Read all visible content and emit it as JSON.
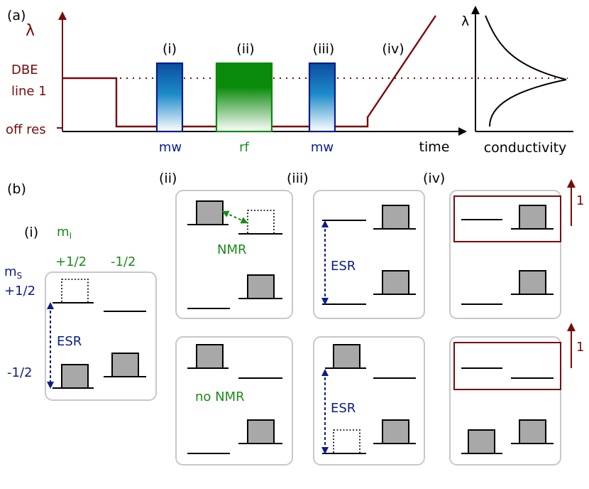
{
  "panel_a": {
    "label": "(a)",
    "y_axis_symbol": "λ",
    "y_levels": {
      "dbe_line1_top": "DBE",
      "dbe_line1_bottom": "line 1",
      "off_res": "off res"
    },
    "x_axis_label": "time",
    "steps": [
      "(i)",
      "(ii)",
      "(iii)",
      "(iv)"
    ],
    "pulses": [
      "mw",
      "rf",
      "mw"
    ],
    "side_plot": {
      "y_symbol": "λ",
      "x_label": "conductivity"
    },
    "colors": {
      "trace": "#7a0a0a",
      "mw": "#0b6eb5",
      "rf": "#0a8a0a"
    }
  },
  "panel_b": {
    "label": "(b)",
    "steps": [
      "(i)",
      "(ii)",
      "(iii)",
      "(iv)"
    ],
    "mI_label": "m",
    "mI_sub": "I",
    "mI_values": [
      "+1/2",
      "-1/2"
    ],
    "mS_label": "m",
    "mS_sub": "S",
    "mS_values": [
      "+1/2",
      "-1/2"
    ],
    "esr": "ESR",
    "nmr": "NMR",
    "no_nmr": "no NMR",
    "arrow_value": "1",
    "colors": {
      "ms": "#0b1c8a",
      "mi": "#1c8a1c",
      "highlight": "#7a0a0a"
    }
  }
}
